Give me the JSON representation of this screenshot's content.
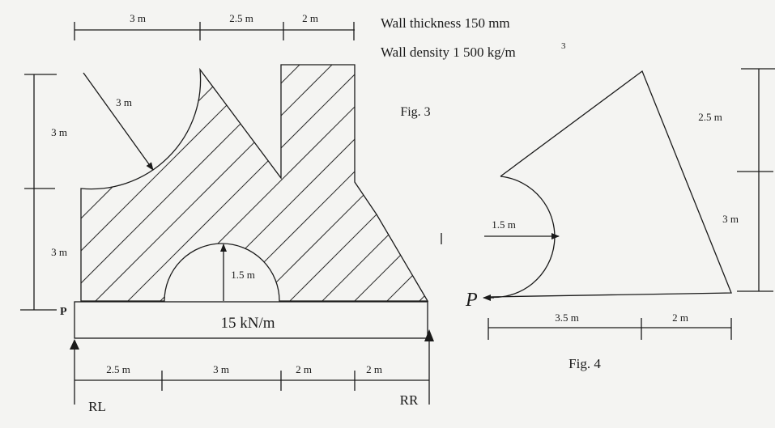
{
  "header": {
    "wall_thickness": "Wall thickness 150 mm",
    "wall_density_prefix": "Wall density 1 500 kg/m",
    "wall_density_exp": "3"
  },
  "fig3": {
    "caption": "Fig. 3",
    "top_dims": [
      "3 m",
      "2.5 m",
      "2 m"
    ],
    "left_dims": [
      "3 m",
      "3 m"
    ],
    "arc_radius_label": "3 m",
    "semicircle_radius_label": "1.5 m",
    "point_label": "P",
    "load_label": "15 kN/m",
    "bottom_dims": [
      "2.5 m",
      "3 m",
      "2 m",
      "2 m"
    ],
    "left_reaction": "RL",
    "right_reaction": "RR"
  },
  "fig4": {
    "caption": "Fig. 4",
    "right_dims": [
      "2.5 m",
      "3 m"
    ],
    "semicircle_radius_label": "1.5 m",
    "point_label": "P",
    "bottom_dims": [
      "3.5 m",
      "2 m"
    ]
  }
}
